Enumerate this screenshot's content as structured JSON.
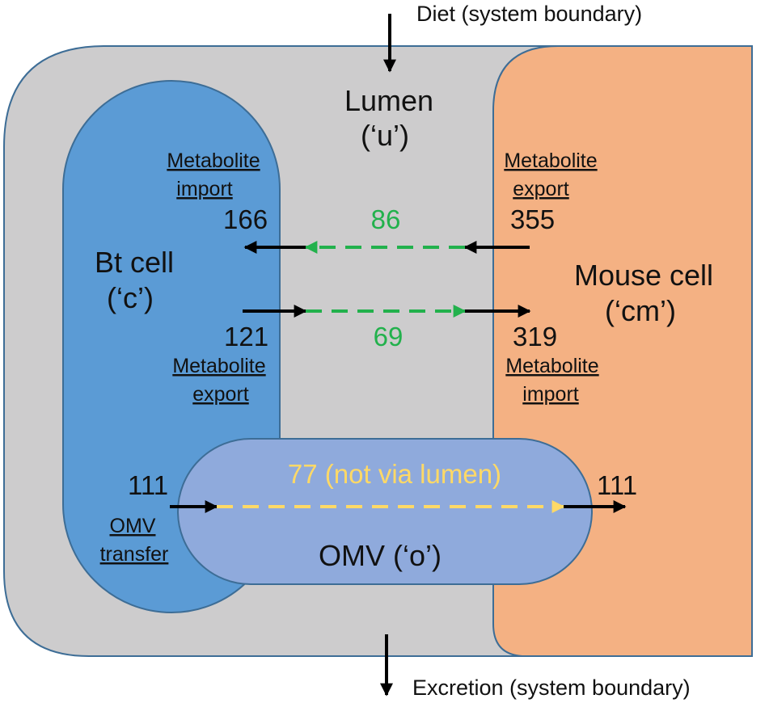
{
  "boundary": {
    "diet": "Diet (system boundary)",
    "excretion": "Excretion (system boundary)"
  },
  "compartments": {
    "lumen": {
      "name": "Lumen",
      "code": "(‘u’)"
    },
    "bt_cell": {
      "name": "Bt cell",
      "code": "(‘c’)"
    },
    "mouse_cell": {
      "name": "Mouse cell",
      "code": "(‘cm’)"
    },
    "omv": {
      "label": "OMV (‘o’)"
    }
  },
  "flows": {
    "bt_import": {
      "line1": "Metabolite",
      "line2": "import",
      "count": "166"
    },
    "mouse_export": {
      "line1": "Metabolite",
      "line2": "export",
      "count": "355"
    },
    "mouse_to_bt_shared": "86",
    "bt_export": {
      "line1": "Metabolite",
      "line2": "export",
      "count": "121"
    },
    "mouse_import": {
      "line1": "Metabolite",
      "line2": "import",
      "count": "319"
    },
    "bt_to_mouse_shared": "69",
    "omv_transfer": {
      "line1": "OMV",
      "line2": "transfer",
      "count": "111"
    },
    "omv_receive_count": "111",
    "omv_shared": "77 (not via lumen)"
  },
  "colors": {
    "lumen_fill": "#cdcccd",
    "outline": "#3d6d96",
    "bt_fill": "#5b9bd5",
    "mouse_fill": "#f4b183",
    "omv_fill": "#8faadc",
    "green": "#22b14c",
    "yellow": "#ffd966",
    "arrow": "#000000"
  }
}
